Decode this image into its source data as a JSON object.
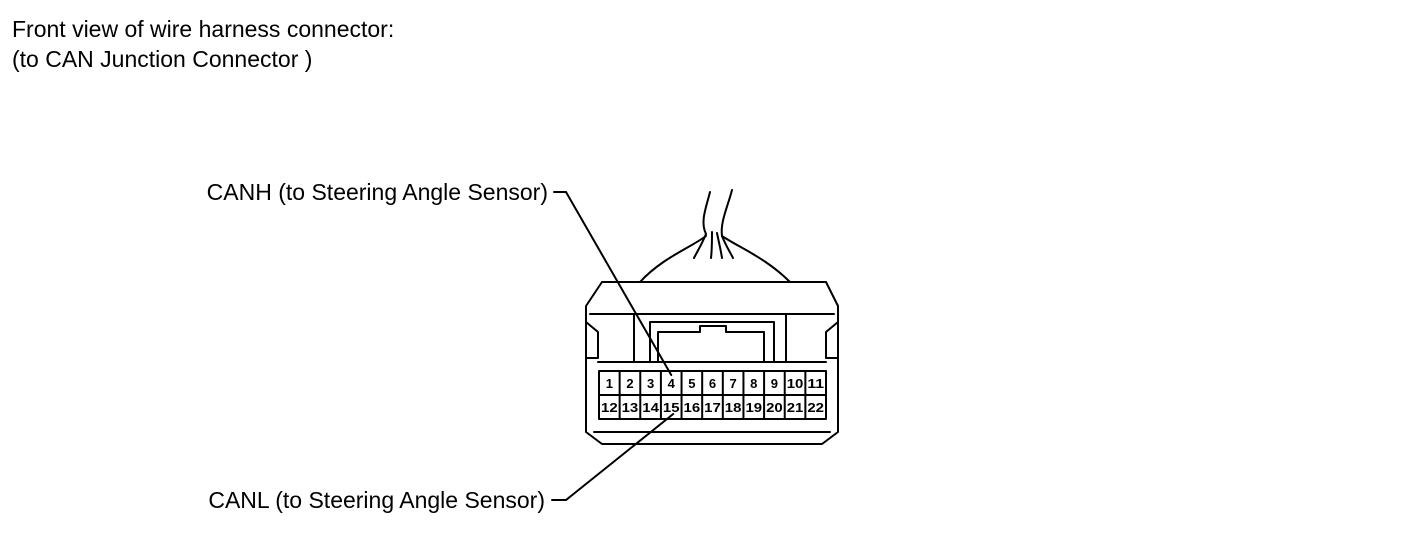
{
  "caption": {
    "line1": "Front view of wire harness connector:",
    "line2": "(to CAN Junction Connector )"
  },
  "callouts": {
    "canh": "CANH (to Steering Angle Sensor)",
    "canl": "CANL (to Steering Angle Sensor)"
  },
  "connector": {
    "top_row_pins": [
      "1",
      "2",
      "3",
      "4",
      "5",
      "6",
      "7",
      "8",
      "9",
      "10",
      "11"
    ],
    "bottom_row_pins": [
      "12",
      "13",
      "14",
      "15",
      "16",
      "17",
      "18",
      "19",
      "20",
      "21",
      "22"
    ],
    "canh_pin": 4,
    "canl_pin": 15
  }
}
